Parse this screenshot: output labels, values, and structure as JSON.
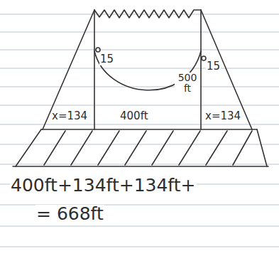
{
  "diagram": {
    "labels": [
      "15",
      "15",
      "500 ft",
      "x=134",
      "400ft",
      "x=134",
      "400ft+134ft+134ft+",
      "= 668ft"
    ]
  }
}
